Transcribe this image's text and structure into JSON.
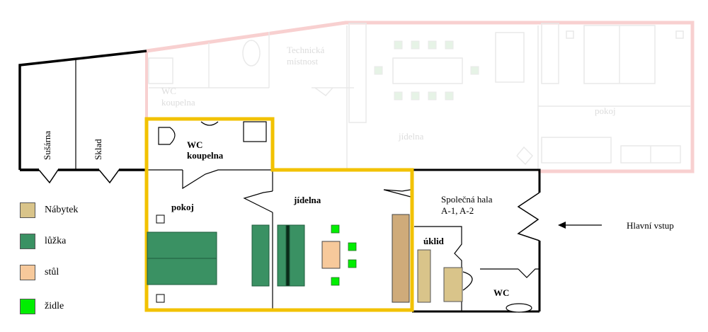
{
  "rooms": {
    "susarna": "Sušárna",
    "sklad": "Sklad",
    "wc_koupelna_line1": "WC",
    "wc_koupelna_line2": "koupelna",
    "pokoj": "pokoj",
    "jidelna": "jídelna",
    "spolecna_hala_line1": "Společná hala",
    "spolecna_hala_line2": "A-1, A-2",
    "uklid": "úklid",
    "wc": "WC",
    "hlavni_vstup": "Hlavní vstup"
  },
  "faded_rooms": {
    "technicka_line1": "Technická",
    "technicka_line2": "místnost",
    "wc_koupelna_line1": "WC",
    "wc_koupelna_line2": "koupelna",
    "jidelna": "jídelna",
    "pokoj": "pokoj"
  },
  "legend": [
    {
      "label": "Nábytek",
      "color": "#d9c48a"
    },
    {
      "label": "lůžka",
      "color": "#3a9163"
    },
    {
      "label": "stůl",
      "color": "#f7c99b"
    },
    {
      "label": "židle",
      "color": "#00ee00"
    }
  ],
  "colors": {
    "highlight_outline": "#f2c200",
    "faded_outline": "#f7c8c8",
    "wall": "#000000",
    "cabinet": "#cfab7a"
  }
}
